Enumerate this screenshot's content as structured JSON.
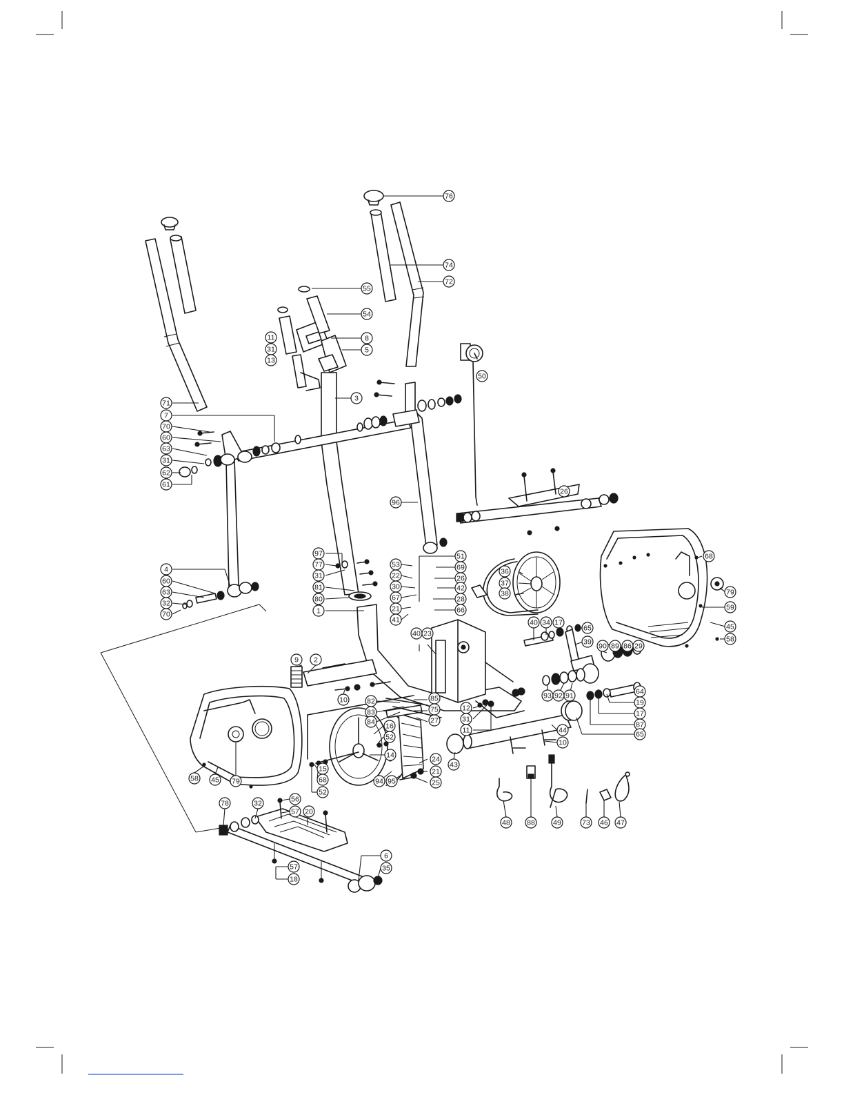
{
  "diagram": {
    "callouts": [
      {
        "label": "76"
      },
      {
        "label": "74"
      },
      {
        "label": "72"
      },
      {
        "label": "55"
      },
      {
        "label": "54"
      },
      {
        "label": "8"
      },
      {
        "label": "5"
      },
      {
        "label": "11"
      },
      {
        "label": "31"
      },
      {
        "label": "13"
      },
      {
        "label": "3"
      },
      {
        "label": "50"
      },
      {
        "label": "71"
      },
      {
        "label": "7"
      },
      {
        "label": "70"
      },
      {
        "label": "60"
      },
      {
        "label": "63"
      },
      {
        "label": "31"
      },
      {
        "label": "62"
      },
      {
        "label": "61"
      },
      {
        "label": "96"
      },
      {
        "label": "26"
      },
      {
        "label": "97"
      },
      {
        "label": "77"
      },
      {
        "label": "31"
      },
      {
        "label": "81"
      },
      {
        "label": "80"
      },
      {
        "label": "1"
      },
      {
        "label": "4"
      },
      {
        "label": "60"
      },
      {
        "label": "63"
      },
      {
        "label": "32"
      },
      {
        "label": "70"
      },
      {
        "label": "53"
      },
      {
        "label": "22"
      },
      {
        "label": "30"
      },
      {
        "label": "67"
      },
      {
        "label": "21"
      },
      {
        "label": "41"
      },
      {
        "label": "51"
      },
      {
        "label": "69"
      },
      {
        "label": "26"
      },
      {
        "label": "42"
      },
      {
        "label": "28"
      },
      {
        "label": "66"
      },
      {
        "label": "36"
      },
      {
        "label": "37"
      },
      {
        "label": "38"
      },
      {
        "label": "68"
      },
      {
        "label": "79"
      },
      {
        "label": "59"
      },
      {
        "label": "45"
      },
      {
        "label": "58"
      },
      {
        "label": "40"
      },
      {
        "label": "34"
      },
      {
        "label": "17"
      },
      {
        "label": "65"
      },
      {
        "label": "39"
      },
      {
        "label": "90"
      },
      {
        "label": "89"
      },
      {
        "label": "86"
      },
      {
        "label": "29"
      },
      {
        "label": "40"
      },
      {
        "label": "23"
      },
      {
        "label": "9"
      },
      {
        "label": "2"
      },
      {
        "label": "10"
      },
      {
        "label": "82"
      },
      {
        "label": "83"
      },
      {
        "label": "84"
      },
      {
        "label": "85"
      },
      {
        "label": "75"
      },
      {
        "label": "27"
      },
      {
        "label": "12"
      },
      {
        "label": "31"
      },
      {
        "label": "11"
      },
      {
        "label": "44"
      },
      {
        "label": "10"
      },
      {
        "label": "93"
      },
      {
        "label": "92"
      },
      {
        "label": "91"
      },
      {
        "label": "64"
      },
      {
        "label": "19"
      },
      {
        "label": "17"
      },
      {
        "label": "87"
      },
      {
        "label": "65"
      },
      {
        "label": "16"
      },
      {
        "label": "52"
      },
      {
        "label": "14"
      },
      {
        "label": "24"
      },
      {
        "label": "21"
      },
      {
        "label": "25"
      },
      {
        "label": "94"
      },
      {
        "label": "95"
      },
      {
        "label": "15"
      },
      {
        "label": "68"
      },
      {
        "label": "52"
      },
      {
        "label": "43"
      },
      {
        "label": "58"
      },
      {
        "label": "45"
      },
      {
        "label": "79"
      },
      {
        "label": "48"
      },
      {
        "label": "88"
      },
      {
        "label": "49"
      },
      {
        "label": "73"
      },
      {
        "label": "46"
      },
      {
        "label": "47"
      },
      {
        "label": "78"
      },
      {
        "label": "32"
      },
      {
        "label": "56"
      },
      {
        "label": "57"
      },
      {
        "label": "20"
      },
      {
        "label": "6"
      },
      {
        "label": "35"
      },
      {
        "label": "57"
      },
      {
        "label": "18"
      }
    ]
  }
}
